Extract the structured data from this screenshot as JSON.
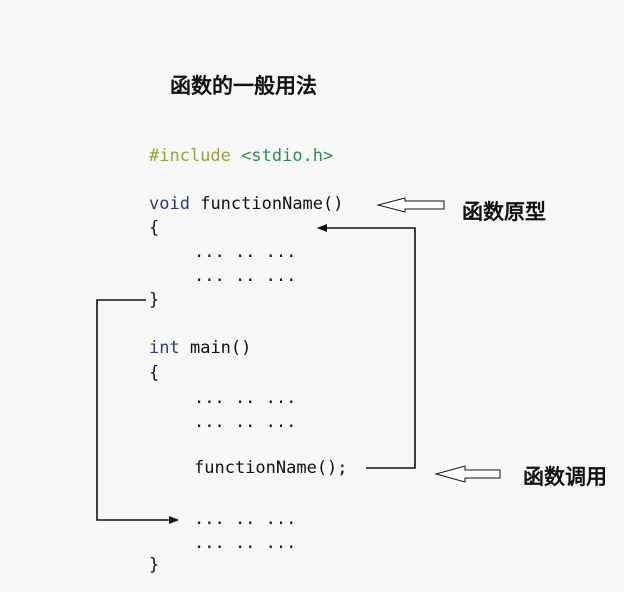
{
  "title": "函数的一般用法",
  "labels": {
    "prototype": "函数原型",
    "call": "函数调用"
  },
  "code": {
    "include_directive": "#include",
    "include_header": "<stdio.h>",
    "void_kw": "void",
    "func_decl": "functionName()",
    "open_brace": "{",
    "close_brace": "}",
    "dots": "... .. ...",
    "int_kw": "int",
    "main_decl": "main()",
    "func_call": "functionName();"
  },
  "colors": {
    "keyword": "#2e3a78",
    "preprocessor": "#9aa13a",
    "include": "#2a8f4e",
    "text": "#111111",
    "background": "#f8f8f8"
  }
}
